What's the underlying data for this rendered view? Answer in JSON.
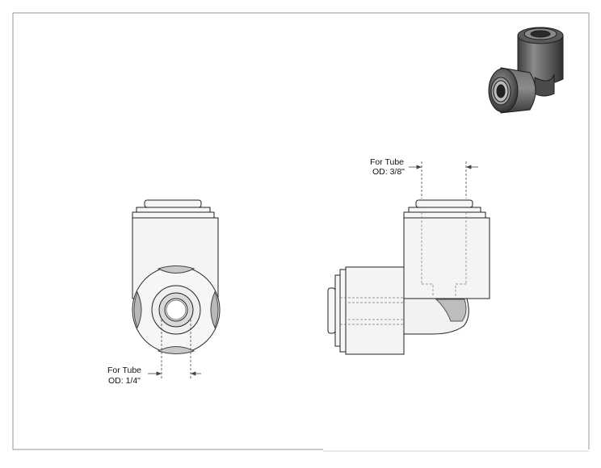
{
  "drawing": {
    "callouts": {
      "tube_3_8": {
        "line1": "For Tube",
        "line2": "OD: 3/8\""
      },
      "tube_1_4": {
        "line1": "For Tube",
        "line2": "OD: 1/4\""
      }
    },
    "colors": {
      "line": "#222222",
      "body_fill": "#f4f4f4",
      "hidden_line": "#666666",
      "shade": "#b8b8b8",
      "iso_dark": "#3a3a3a",
      "iso_mid": "#7a7a7a"
    },
    "views": [
      "front-view",
      "side-view",
      "isometric-view"
    ]
  }
}
